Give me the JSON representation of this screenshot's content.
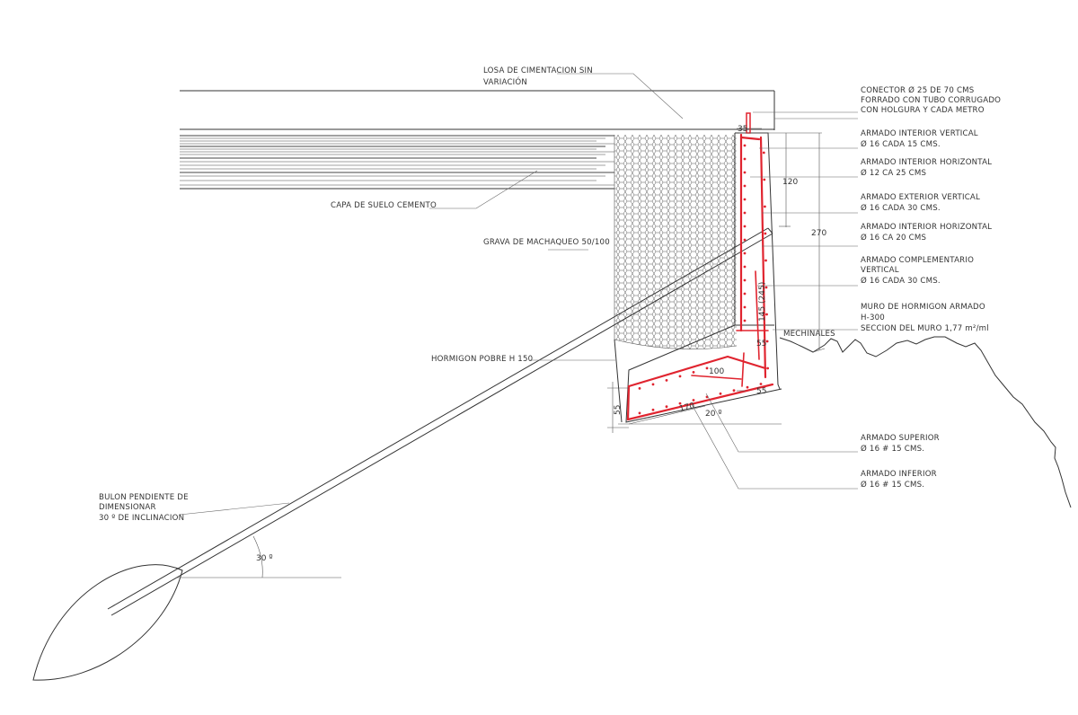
{
  "labels": {
    "losa_1": "LOSA DE CIMENTACION SIN",
    "losa_2": "VARIACIÓN",
    "capa": "CAPA DE SUELO CEMENTO",
    "grava": "GRAVA DE MACHAQUEO 50/100",
    "hormigon_pobre": "HORMIGON POBRE H 150",
    "bulon_1": "BULON PENDIENTE DE",
    "bulon_2": "DIMENSIONAR",
    "bulon_3": "30 º DE INCLINACION",
    "conector_1": "CONECTOR Ø 25 DE 70 CMS",
    "conector_2": "FORRADO CON TUBO CORRUGADO",
    "conector_3": "CON HOLGURA Y CADA METRO",
    "aiv_1": "ARMADO INTERIOR VERTICAL",
    "aiv_2": "Ø 16 CADA 15 CMS.",
    "aih1_1": "ARMADO INTERIOR HORIZONTAL",
    "aih1_2": "Ø 12 CA 25 CMS",
    "aev_1": "ARMADO EXTERIOR VERTICAL",
    "aev_2": "Ø 16 CADA 30 CMS.",
    "aih2_1": "ARMADO INTERIOR HORIZONTAL",
    "aih2_2": "Ø 16 CA 20 CMS",
    "acv_1": "ARMADO COMPLEMENTARIO",
    "acv_2": "VERTICAL",
    "acv_3": "Ø 16 CADA 30 CMS.",
    "muro_1": "MURO DE HORMIGON ARMADO",
    "muro_2": "H-300",
    "muro_3": "SECCION DEL MURO 1,77 m²/ml",
    "mechinales": "MECHINALES",
    "asup_1": "ARMADO SUPERIOR",
    "asup_2": "Ø 16 # 15 CMS.",
    "ainf_1": "ARMADO INFERIOR",
    "ainf_2": "Ø 16 # 15 CMS."
  },
  "dimensions": {
    "d35": "35",
    "d120": "120",
    "d270": "270",
    "d145": "145 (245)",
    "d55a": "55",
    "d100": "100",
    "d55b": "55",
    "d55c": "55",
    "d170": "170",
    "d20": "20 º",
    "d30": "30 º"
  },
  "colors": {
    "rebar": "#e0242f",
    "line": "#333333"
  }
}
